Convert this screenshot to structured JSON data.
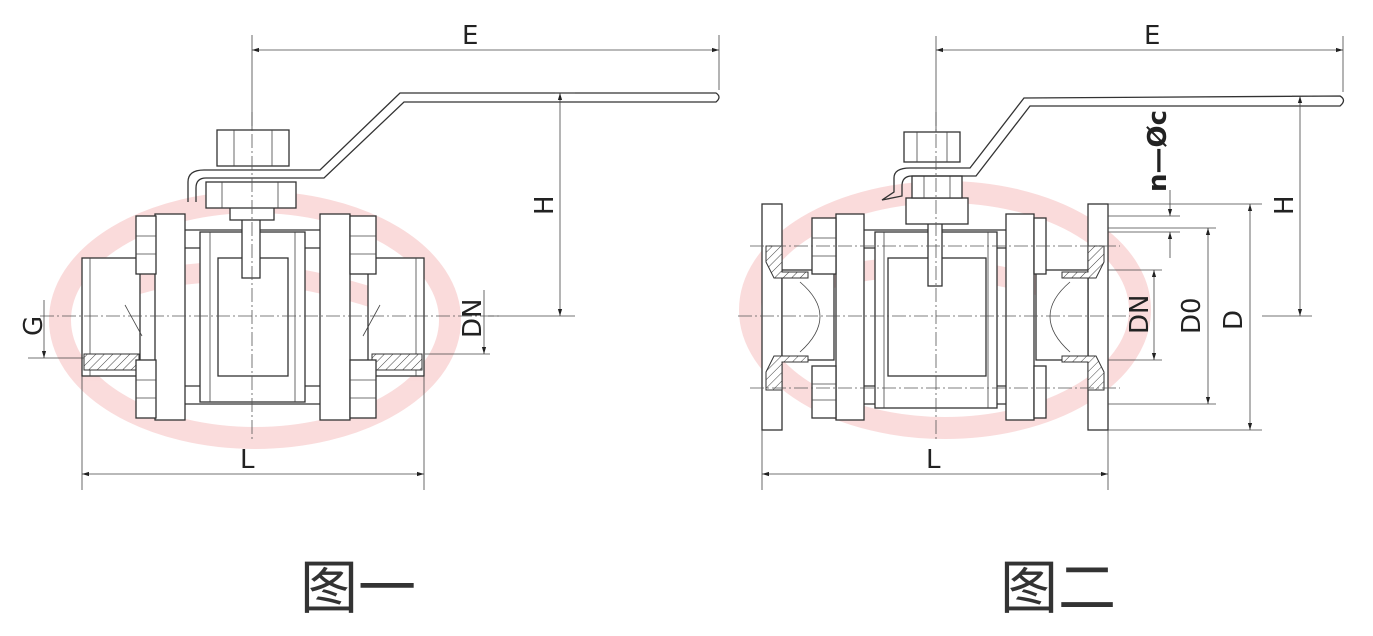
{
  "figure1": {
    "caption": "图一",
    "dimensions": {
      "E": "E",
      "H": "H",
      "L": "L",
      "G": "G",
      "DN": "DN"
    }
  },
  "figure2": {
    "caption": "图二",
    "dimensions": {
      "E": "E",
      "H": "H",
      "L": "L",
      "n_phi_c": "n—Øc",
      "DN": "DN",
      "D0": "D0",
      "D": "D"
    }
  },
  "colors": {
    "line": "#333333",
    "watermark": "#f5b5b5"
  }
}
